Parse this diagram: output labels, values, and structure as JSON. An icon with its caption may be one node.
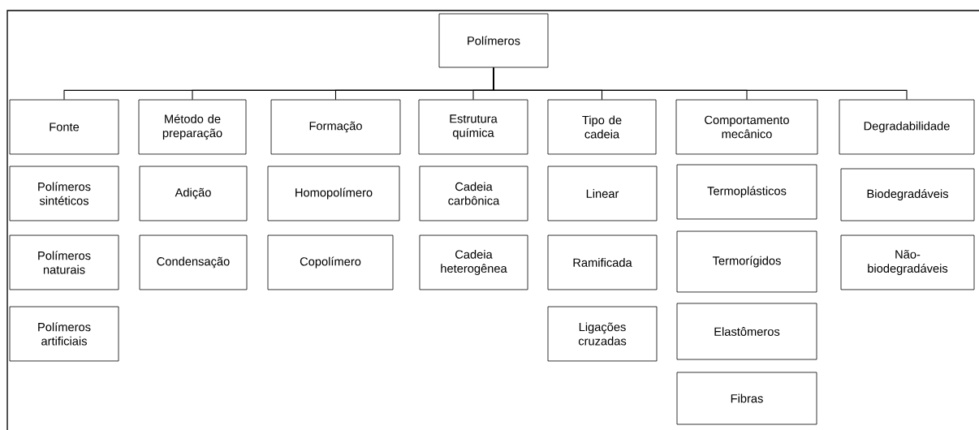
{
  "diagram": {
    "nodes": [
      {
        "text": [
          "Polímeros"
        ]
      },
      {
        "text": [
          "Fonte"
        ]
      },
      {
        "text": [
          "Método de preparação"
        ]
      },
      {
        "text": [
          "Formação"
        ]
      },
      {
        "text": [
          "Estrutura química"
        ]
      },
      {
        "text": [
          "Tipo de cadeia"
        ]
      },
      {
        "text": [
          "Comportamento mecânico"
        ]
      },
      {
        "text": [
          "Degradabilidade"
        ]
      },
      {
        "text": [
          "Polímeros sintéticos"
        ]
      },
      {
        "text": [
          "Adição"
        ]
      },
      {
        "text": [
          "Homopolímero"
        ]
      },
      {
        "text": [
          "Cadeia carbônica"
        ]
      },
      {
        "text": [
          "Linear"
        ]
      },
      {
        "text": [
          "Termoplásticos"
        ]
      },
      {
        "text": [
          "Biodegradáveis"
        ]
      },
      {
        "text": [
          "Polímeros naturais"
        ]
      },
      {
        "text": [
          "Condensação"
        ]
      },
      {
        "text": [
          "Copolímero"
        ]
      },
      {
        "text": [
          "Cadeia heterogênea"
        ]
      },
      {
        "text": [
          "Ramificada"
        ]
      },
      {
        "text": [
          "Termorígidos"
        ]
      },
      {
        "text": [
          "Não-biodegradáveis"
        ]
      },
      {
        "text": [
          "Polímeros artificiais"
        ]
      },
      {
        "text": [
          "Ligações cruzadas"
        ]
      },
      {
        "text": [
          "Elastômeros"
        ]
      },
      {
        "text": [
          "Fibras"
        ]
      }
    ],
    "edges": [
      {
        "from": 0,
        "to": 1,
        "arrow": "none"
      },
      {
        "from": 0,
        "to": 2,
        "arrow": "none"
      },
      {
        "from": 0,
        "to": 3,
        "arrow": "none"
      },
      {
        "from": 0,
        "to": 4,
        "arrow": "none"
      },
      {
        "from": 0,
        "to": 5,
        "arrow": "none"
      },
      {
        "from": 0,
        "to": 6,
        "arrow": "none"
      },
      {
        "from": 0,
        "to": 7,
        "arrow": "none"
      }
    ]
  }
}
